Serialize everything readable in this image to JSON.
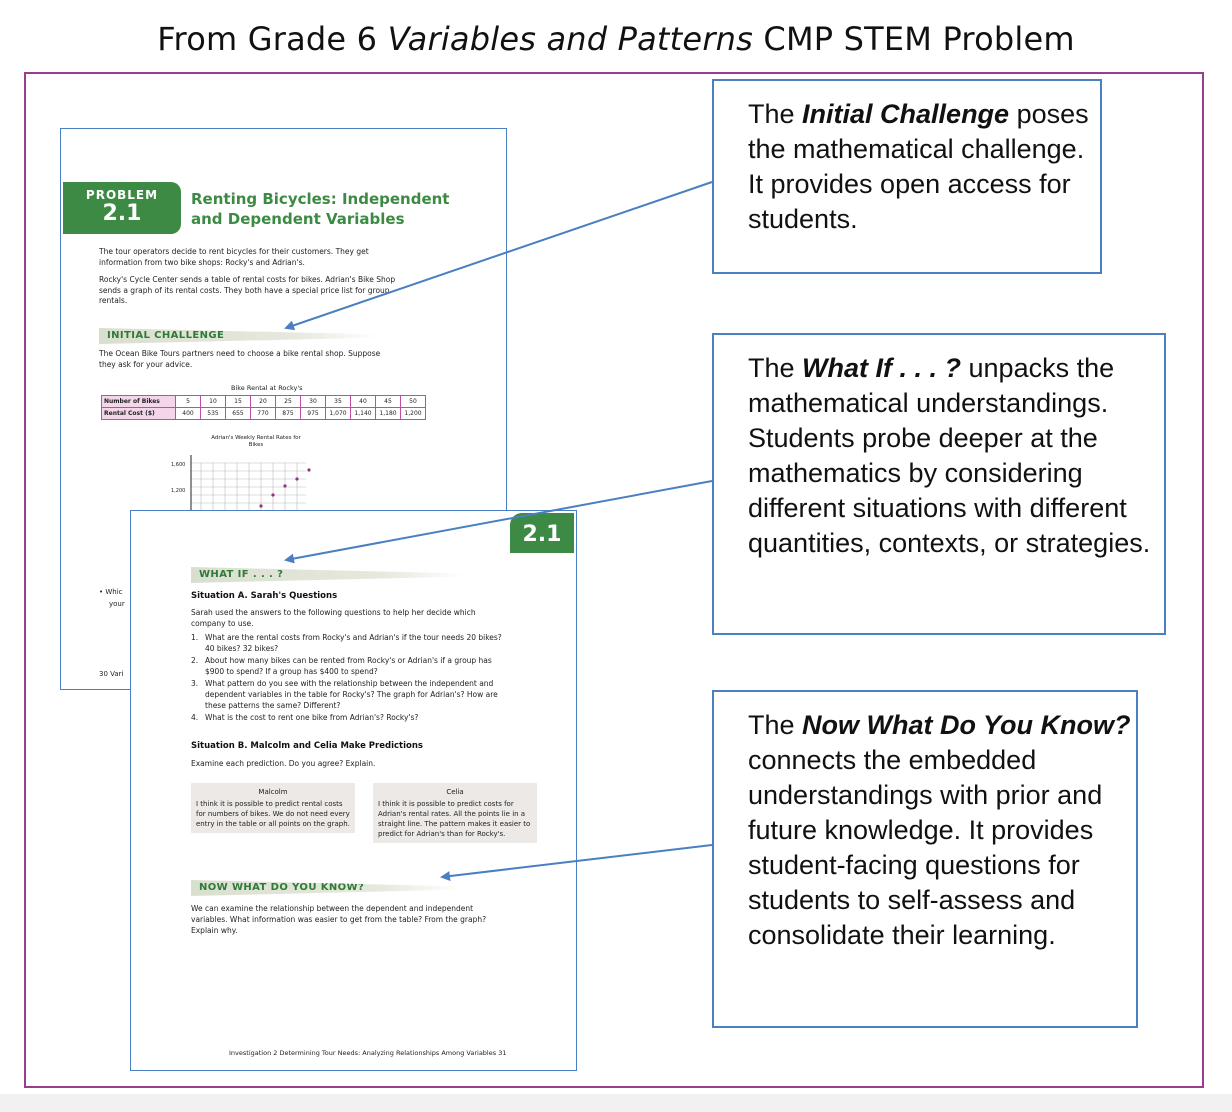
{
  "title": {
    "pre": "From Grade 6 ",
    "italic": "Variables and Patterns",
    "post": " CMP STEM Problem"
  },
  "page1": {
    "problem_label": "PROBLEM",
    "problem_number": "2.1",
    "problem_title": "Renting Bicycles: Independent and Dependent Variables",
    "intro1": "The tour operators decide to rent bicycles for their customers. They get information from two bike shops: Rocky's and Adrian's.",
    "intro2": "Rocky's Cycle Center sends a table of rental costs for bikes. Adrian's Bike Shop sends a graph of its rental costs. They both have a special price list for group rentals.",
    "initial_challenge_label": "INITIAL CHALLENGE",
    "challenge_text": "The Ocean Bike Tours partners need to choose a bike rental shop. Suppose they ask for your advice.",
    "table_caption": "Bike Rental at Rocky's",
    "table": {
      "row1_header": "Number of Bikes",
      "row1": [
        "5",
        "10",
        "15",
        "20",
        "25",
        "30",
        "35",
        "40",
        "45",
        "50"
      ],
      "row2_header": "Rental Cost ($)",
      "row2": [
        "400",
        "535",
        "655",
        "770",
        "875",
        "975",
        "1,070",
        "1,140",
        "1,180",
        "1,200"
      ]
    },
    "graph_caption": "Adrian's Weekly Rental Rates for Bikes",
    "graph_ticks": [
      "1,600",
      "1,200"
    ],
    "frag_bullet": "• Whic",
    "frag_your": "your",
    "frag_page": "30  Vari"
  },
  "page2": {
    "tab_number": "2.1",
    "what_if_label": "WHAT IF . . . ?",
    "situation_a": "Situation A. Sarah's Questions",
    "situation_a_text": "Sarah used the answers to the following questions to help her decide which company to use.",
    "questions": [
      {
        "n": "1.",
        "text": "What are the rental costs from Rocky's and Adrian's if the tour needs 20 bikes? 40 bikes? 32 bikes?"
      },
      {
        "n": "2.",
        "text": "About how many bikes can be rented from Rocky's or Adrian's if a group has $900 to spend? If a group has $400 to spend?"
      },
      {
        "n": "3.",
        "text": "What pattern do you see with the relationship between the independent and dependent variables in the table for Rocky's? The graph for Adrian's? How are these patterns the same? Different?"
      },
      {
        "n": "4.",
        "text": "What is the cost to rent one bike from Adrian's? Rocky's?"
      }
    ],
    "situation_b": "Situation B. Malcolm and Celia Make Predictions",
    "situation_b_text": "Examine each prediction. Do you agree? Explain.",
    "malcolm_name": "Malcolm",
    "malcolm_text": "I think it is possible to predict rental costs for numbers of bikes. We do not need every entry in the table or all points on the graph.",
    "celia_name": "Celia",
    "celia_text": "I think it is possible to predict costs for Adrian's rental rates. All the points lie in a straight line. The pattern makes it easier to predict for Adrian's than for Rocky's.",
    "now_what_label": "NOW WHAT DO YOU KNOW?",
    "now_what_text": "We can examine the relationship between the dependent and independent variables. What information was easier to get from the table? From the graph? Explain why.",
    "footer": "Investigation 2   Determining Tour Needs: Analyzing Relationships Among Variables   31"
  },
  "callouts": {
    "c1_pre": "The ",
    "c1_bold": "Initial Challenge",
    "c1_post": " poses the mathematical challenge. It provides open access for students.",
    "c2_pre": "The ",
    "c2_bold": "What If . . . ?",
    "c2_post": " unpacks the mathematical understandings. Students probe deeper at the mathematics by considering different situations with different quantities, contexts, or strategies.",
    "c3_pre": "The ",
    "c3_bold": "Now What Do You Know?",
    "c3_post": " connects the embedded understandings with prior and future knowledge. It provides student-facing questions for students to self-assess and consolidate their learning."
  },
  "colors": {
    "frame": "#9b3d8c",
    "callout_border": "#4a7fc1",
    "cmp_green": "#3c8a43",
    "table_pink": "#c04fa3"
  }
}
